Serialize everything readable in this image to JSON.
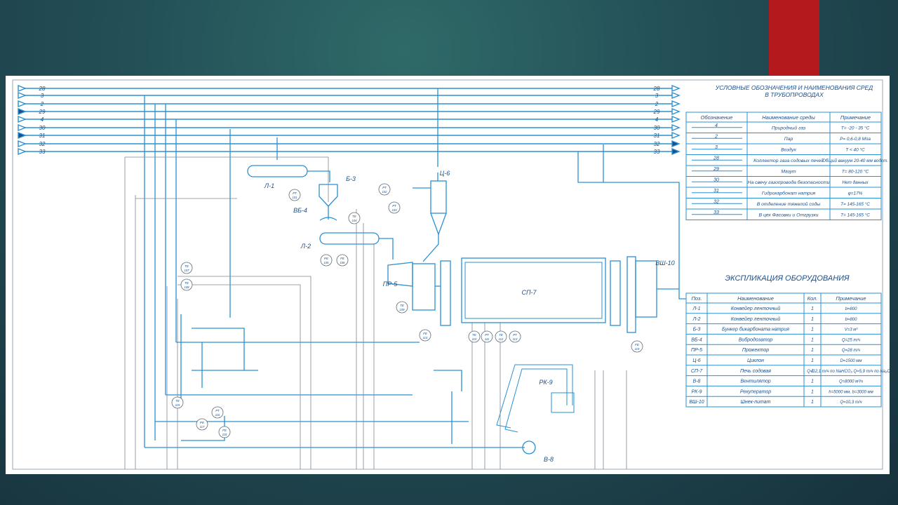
{
  "colors": {
    "accent": "#b3191d",
    "line": "#1a8fd0",
    "ink": "#1a4f8a",
    "background": "#1f4850"
  },
  "pipes": {
    "left_numbers": [
      "28",
      "3",
      "2",
      "29",
      "4",
      "30",
      "31",
      "32",
      "33"
    ],
    "right_numbers": [
      "28",
      "3",
      "2",
      "29",
      "4",
      "30",
      "31",
      "32",
      "33"
    ]
  },
  "equipment_labels": [
    "Л-1",
    "Б-3",
    "ВБ-4",
    "Л-2",
    "Ц-6",
    "ПР-5",
    "СП-7",
    "ВШ-10",
    "РК-9",
    "В-8"
  ],
  "instrument_labels": [
    "РТ 101",
    "РТ 102",
    "РТ 103",
    "ТЕ 104",
    "РЕ 105",
    "FE 106",
    "ТЕ 107",
    "ТЕ 108",
    "ТЕ 109",
    "ТЕ 110",
    "РТ 111",
    "ТЕ 112",
    "РТ 113",
    "FE 114",
    "ТЕ 115",
    "РТ 116",
    "РЕ 117",
    "FE 118",
    "FE 119"
  ],
  "legend": {
    "title_line1": "УСЛОВНЫЕ ОБОЗНАЧЕНИЯ И НАИМЕНОВАНИЯ СРЕД",
    "title_line2": "В ТРУБОПРОВОДАХ",
    "headers": [
      "Обозначение",
      "Наименование среды",
      "Примечание"
    ],
    "rows": [
      {
        "code": "4",
        "name": "Природный газ",
        "note": "T= -20 - 35 °C"
      },
      {
        "code": "2",
        "name": "Пар",
        "note": "P= 0,6-0,8 Мпа"
      },
      {
        "code": "3",
        "name": "Воздух",
        "note": "T < 40 °C"
      },
      {
        "code": "28",
        "name": "Коллектор газа содовых печей",
        "note": "Общий вакуум 20-40 мм водст."
      },
      {
        "code": "29",
        "name": "Мазут",
        "note": "T= 80-120 °C"
      },
      {
        "code": "30",
        "name": "На свечу газопровода безопасности",
        "note": "Нет данных"
      },
      {
        "code": "31",
        "name": "Гидрокарбонат натрия",
        "note": "φ=17%"
      },
      {
        "code": "32",
        "name": "В отделение тяжелой соды",
        "note": "T= 145-165 °C"
      },
      {
        "code": "33",
        "name": "В цех Фасовки и Отгрузки",
        "note": "T= 145-165 °C"
      }
    ]
  },
  "explication": {
    "title": "ЭКСПЛИКАЦИЯ ОБОРУДОВАНИЯ",
    "headers": [
      "Поз.",
      "Наименование",
      "Кол.",
      "Примечание"
    ],
    "rows": [
      {
        "pos": "Л-1",
        "name": "Конвейер ленточный",
        "qty": "1",
        "note": "b=800"
      },
      {
        "pos": "Л-2",
        "name": "Конвейер ленточный",
        "qty": "1",
        "note": "b=800"
      },
      {
        "pos": "Б-3",
        "name": "Бункер бикарбоната натрия",
        "qty": "1",
        "note": "V=3 м³"
      },
      {
        "pos": "ВБ-4",
        "name": "Вибродозатор",
        "qty": "1",
        "note": "Q=25 т/ч"
      },
      {
        "pos": "ПР-5",
        "name": "Прожектор",
        "qty": "1",
        "note": "Q=28 т/ч"
      },
      {
        "pos": "Ц-6",
        "name": "Циклон",
        "qty": "1",
        "note": "D=1500 мм"
      },
      {
        "pos": "СП-7",
        "name": "Печь содовая",
        "qty": "1",
        "note": "Q=12,1 т/ч по NaHCO₃ Q=5,9 т/ч по Na₂CO₃"
      },
      {
        "pos": "В-8",
        "name": "Вентилятор",
        "qty": "1",
        "note": "Q=8000 м³/ч"
      },
      {
        "pos": "РК-9",
        "name": "Рекуператор",
        "qty": "1",
        "note": "h=5000 мм, b=3000 мм"
      },
      {
        "pos": "ВШ-10",
        "name": "Шнек-питат",
        "qty": "1",
        "note": "Q=10,3 т/ч"
      }
    ]
  }
}
